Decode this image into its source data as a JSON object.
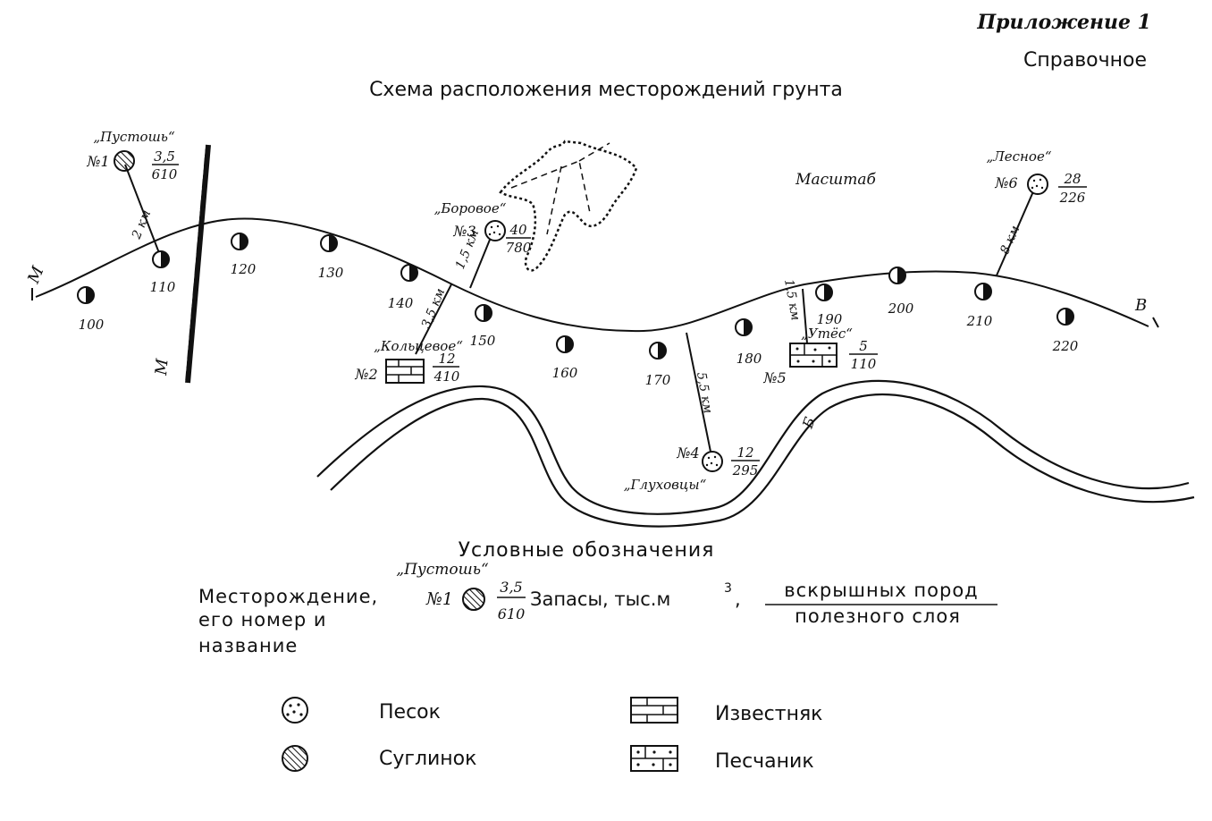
{
  "header": {
    "appendix": "Приложение 1",
    "reference": "Справочное",
    "title": "Схема расположения месторождений грунта",
    "scale": "Масштаб"
  },
  "road": {
    "start_label": "М",
    "end_label": "В",
    "cross_label": "М",
    "river_label": "Б",
    "markers": [
      "100",
      "110",
      "120",
      "130",
      "140",
      "150",
      "160",
      "170",
      "180",
      "190",
      "200",
      "210",
      "220"
    ]
  },
  "deposits": [
    {
      "no": "№1",
      "name": "„Пустошь“",
      "top": "3,5",
      "bottom": "610",
      "access": "2 км"
    },
    {
      "no": "№2",
      "name": "„Кольцевое“",
      "top": "12",
      "bottom": "410",
      "access": "3,5 км"
    },
    {
      "no": "№3",
      "name": "„Боровое“",
      "top": "40",
      "bottom": "780",
      "access": "1,5 км"
    },
    {
      "no": "№4",
      "name": "„Глуховцы“",
      "top": "12",
      "bottom": "295",
      "access": "5,5 км"
    },
    {
      "no": "№5",
      "name": "„Утёс“",
      "top": "5",
      "bottom": "110",
      "access": "1,5 км"
    },
    {
      "no": "№6",
      "name": "„Лесное“",
      "top": "28",
      "bottom": "226",
      "access": "8 км"
    }
  ],
  "legend": {
    "heading": "Условные обозначения",
    "example_name": "„Пустошь“",
    "example_no": "№1",
    "example_top": "3,5",
    "example_bottom": "610",
    "deposit_line1": "Месторождение,",
    "deposit_line2": "его номер и",
    "deposit_line3": "название",
    "reserves": "Запасы, тыс.м",
    "reserves_sup": "3",
    "reserves_comma": ",",
    "overburden": "вскрышных пород",
    "useful": "полезного слоя",
    "items": [
      "Песок",
      "Суглинок",
      "Известняк",
      "Песчаник"
    ]
  }
}
